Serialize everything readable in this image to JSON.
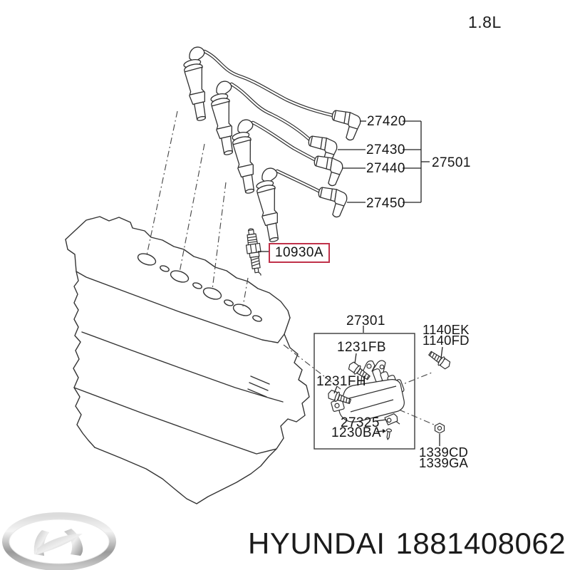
{
  "header": {
    "engine_size": "1.8L"
  },
  "diagram": {
    "wire_labels": [
      {
        "text": "27420"
      },
      {
        "text": "27430"
      },
      {
        "text": "27440"
      },
      {
        "text": "27450"
      }
    ],
    "wire_set_label": "27501",
    "spark_plug_label": "10930A",
    "coil_box_label": "27301",
    "coil_bolt_upper_label": "1231FB",
    "coil_bolt_lower_label": "1231FH",
    "sensor_label": "27325",
    "screw_label": "1230BA",
    "mount_bolt_labels": {
      "line1": "1140EK",
      "line2": "1140FD"
    },
    "mount_nut_labels": {
      "line1": "1339CD",
      "line2": "1339GA"
    }
  },
  "footer": {
    "brand": "HYUNDAI",
    "part_number": "1881408062"
  },
  "colors": {
    "highlight": "#c0314a",
    "line": "#2f2f2f"
  }
}
